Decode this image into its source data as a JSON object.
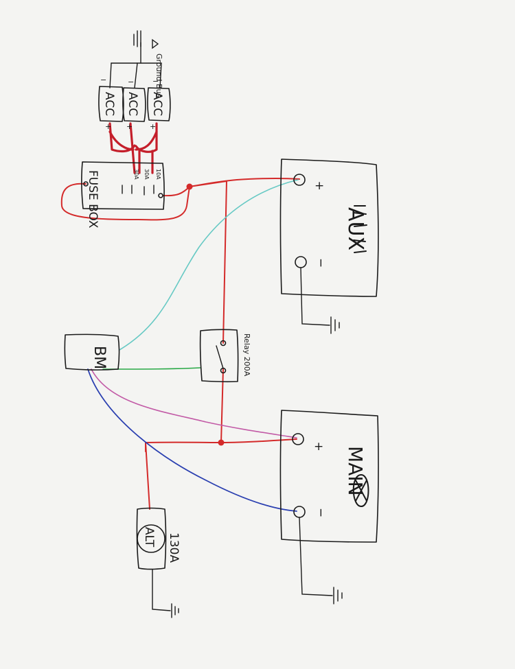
{
  "labels": {
    "ground_bus": "Ground Bus",
    "acc_1": "ACC",
    "acc_2": "ACC",
    "acc_3": "ACC",
    "fuse_box": "FUSE BOX",
    "fuse_30a_1": "30A",
    "fuse_30a_2": "30A",
    "fuse_10a": "10A",
    "aux": "AUX",
    "main": "MAIN",
    "bm": "BM",
    "relay": "Relay 200A",
    "alt": "ALT",
    "alt_rating": "130A",
    "plus": "+",
    "minus": "−"
  },
  "wire_colors": {
    "positive": "#d42a2a",
    "accessory_feed": "#c41e2a",
    "aux_sense": "#66c9c4",
    "relay_trigger": "#27a845",
    "main_sense": "#c25aa6",
    "main_negative": "#2a3fb0"
  }
}
